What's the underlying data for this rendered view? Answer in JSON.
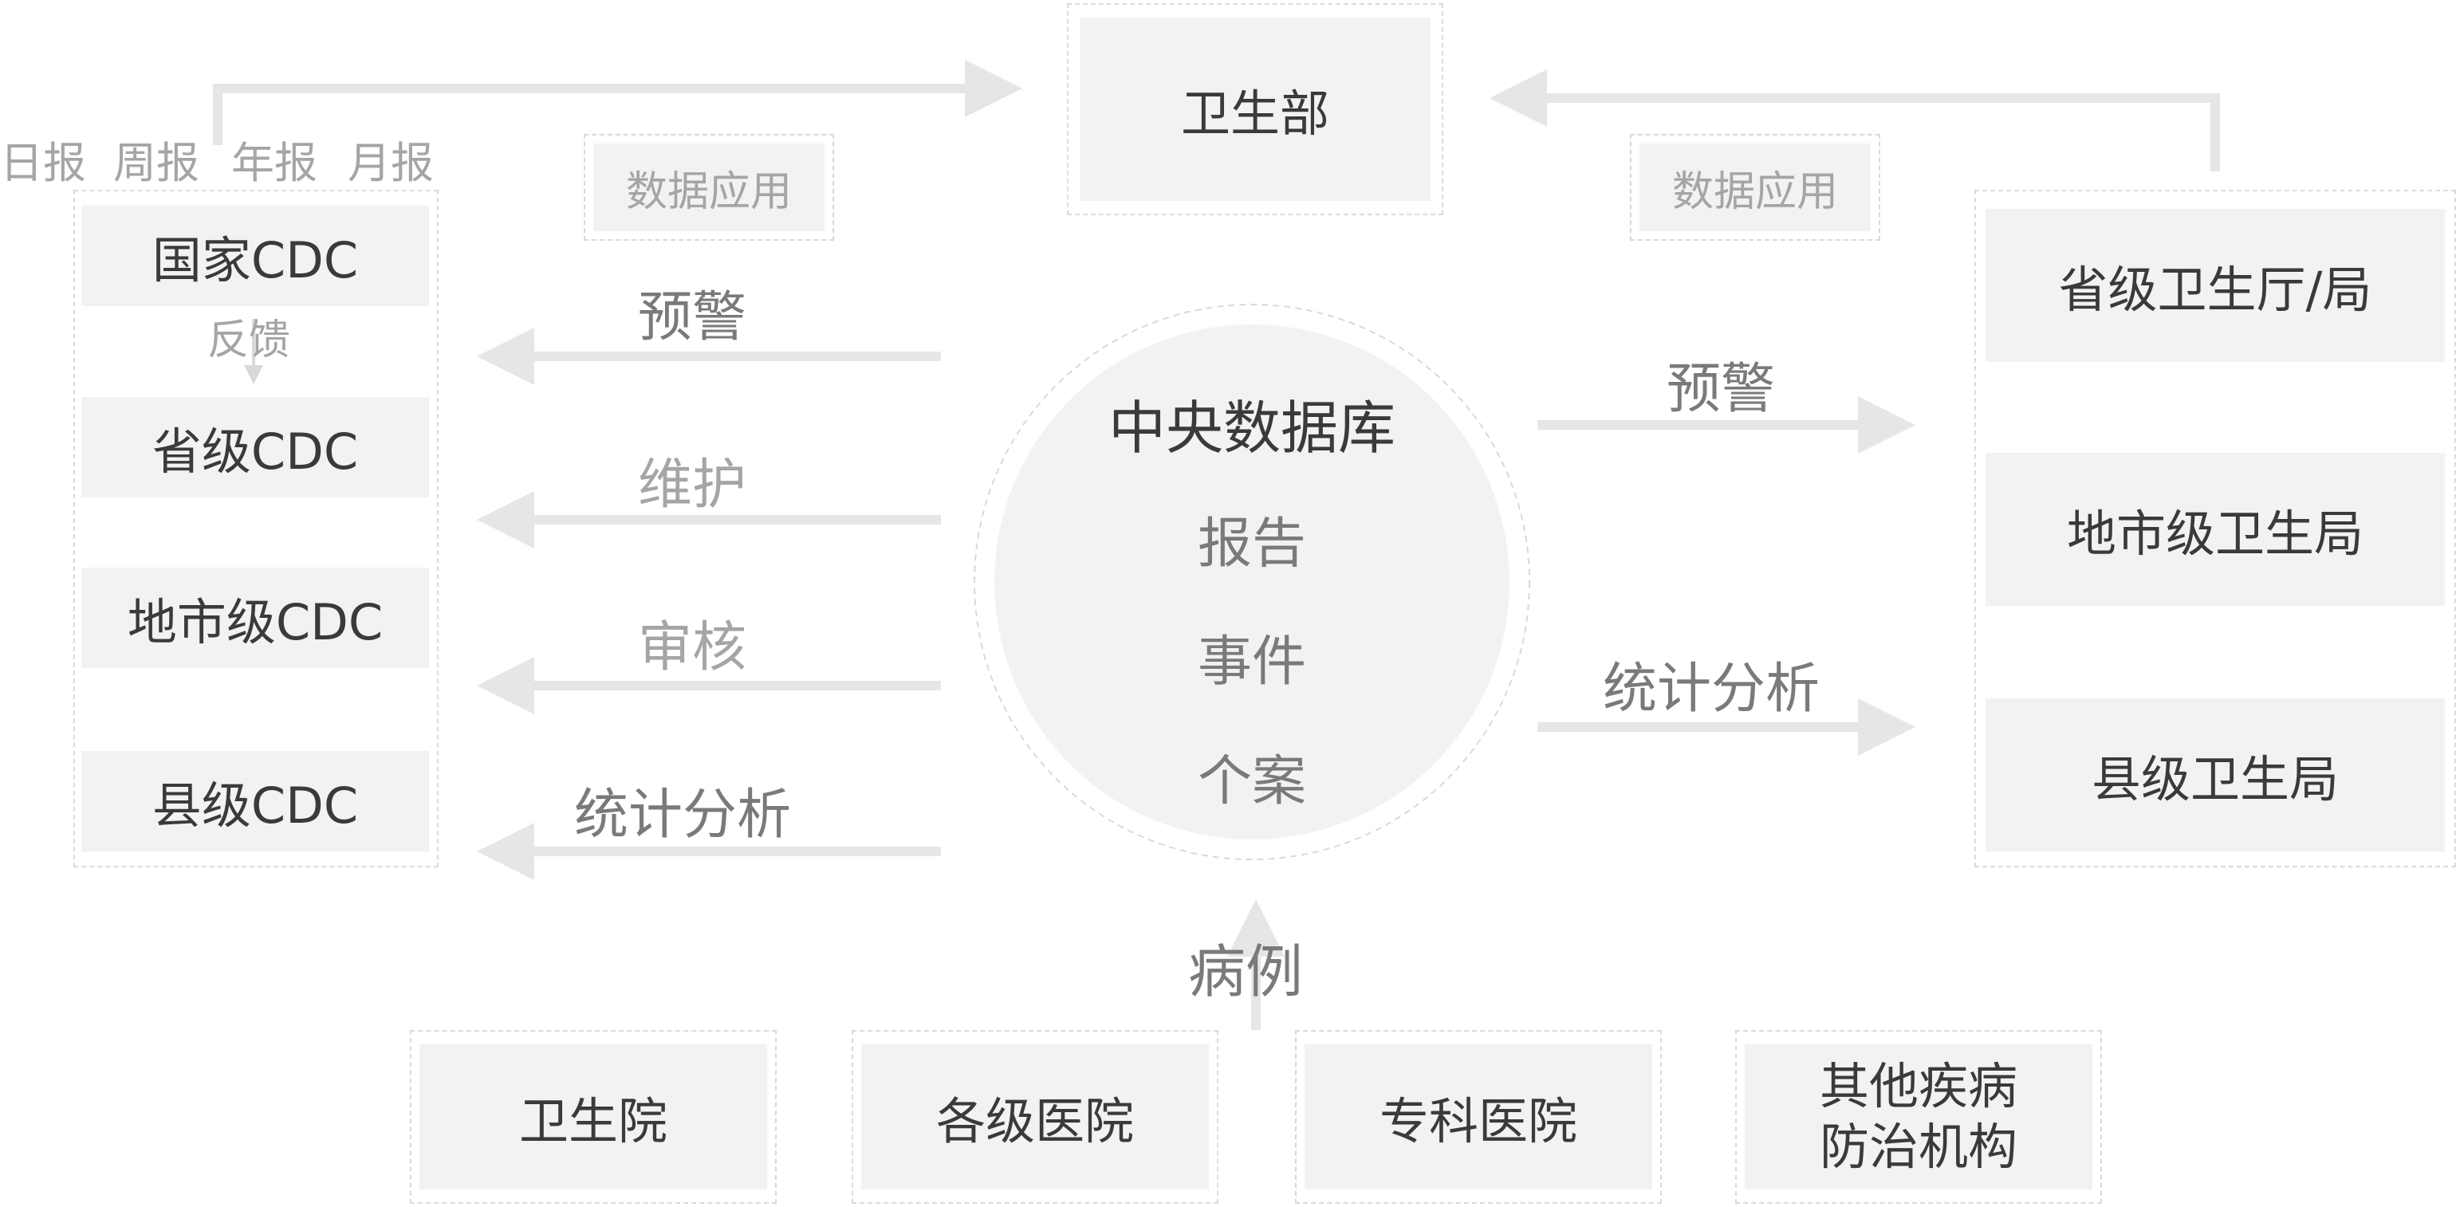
{
  "top": {
    "ministry": "卫生部",
    "data_app_left": "数据应用",
    "data_app_right": "数据应用"
  },
  "report_periods": [
    "日报",
    "周报",
    "年报",
    "月报"
  ],
  "cdc": {
    "items": [
      "国家CDC",
      "省级CDC",
      "地市级CDC",
      "县级CDC"
    ],
    "feedback": "反馈"
  },
  "left_arrows": [
    "预警",
    "维护",
    "审核",
    "统计分析"
  ],
  "center": {
    "title": "中央数据库",
    "items": [
      "报告",
      "事件",
      "个案"
    ]
  },
  "right_arrows": [
    "预警",
    "统计分析"
  ],
  "health_bureaus": [
    "省级卫生厅/局",
    "地市级卫生局",
    "县级卫生局"
  ],
  "cases_label": "病例",
  "sources": [
    "卫生院",
    "各级医院",
    "专科医院",
    "其他疾病",
    "防治机构"
  ]
}
